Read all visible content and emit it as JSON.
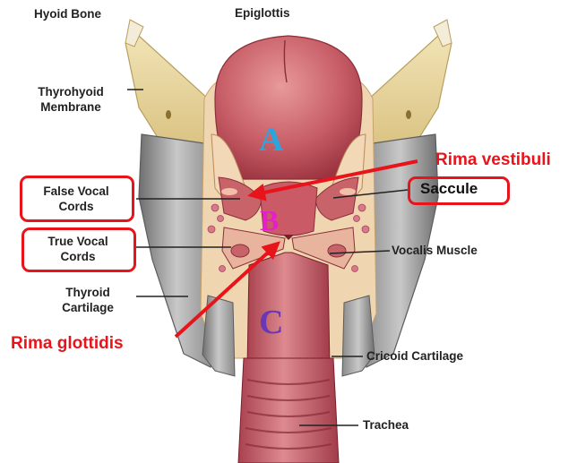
{
  "labels": {
    "hyoid_bone": "Hyoid Bone",
    "epiglottis": "Epiglottis",
    "thyrohyoid_line1": "Thyrohyoid",
    "thyrohyoid_line2": "Membrane",
    "false_vocal_line1": "False Vocal",
    "false_vocal_line2": "Cords",
    "true_vocal_line1": "True Vocal",
    "true_vocal_line2": "Cords",
    "thyroid_line1": "Thyroid",
    "thyroid_line2": "Cartilage",
    "saccule": "Saccule",
    "vocalis_muscle": "Vocalis Muscle",
    "cricoid_cartilage": "Cricoid Cartilage",
    "trachea": "Trachea"
  },
  "annotations": {
    "rima_vestibuli": "Rima vestibuli",
    "rima_glottidis": "Rima glottidis"
  },
  "regions": {
    "a": "A",
    "b": "B",
    "c": "C"
  },
  "colors": {
    "annotation_red": "#e8141b",
    "region_a": "#29a6dd",
    "region_b": "#e61ecf",
    "region_c": "#6a37b5",
    "tissue_pink": "#c9636a",
    "cartilage_tan": "#e6d49c",
    "cartilage_gray": "#a9a9aa"
  }
}
